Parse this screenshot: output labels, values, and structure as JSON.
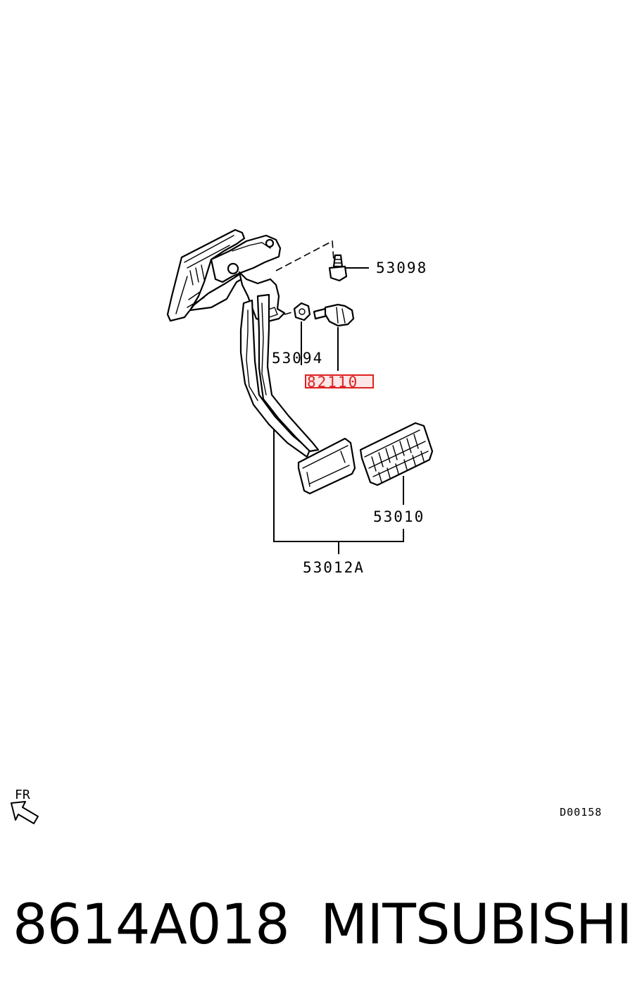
{
  "callouts": {
    "bolt": "53098",
    "nut": "53094",
    "switch": "82110",
    "pad": "53010",
    "pedal_assembly": "53012A"
  },
  "highlight_color": "#dd2222",
  "direction": {
    "label": "FR",
    "icon": "front-direction-arrow-icon"
  },
  "figure_code": "D00158",
  "footer": {
    "part_number": "8614A018",
    "brand": "MITSUBISHI"
  }
}
